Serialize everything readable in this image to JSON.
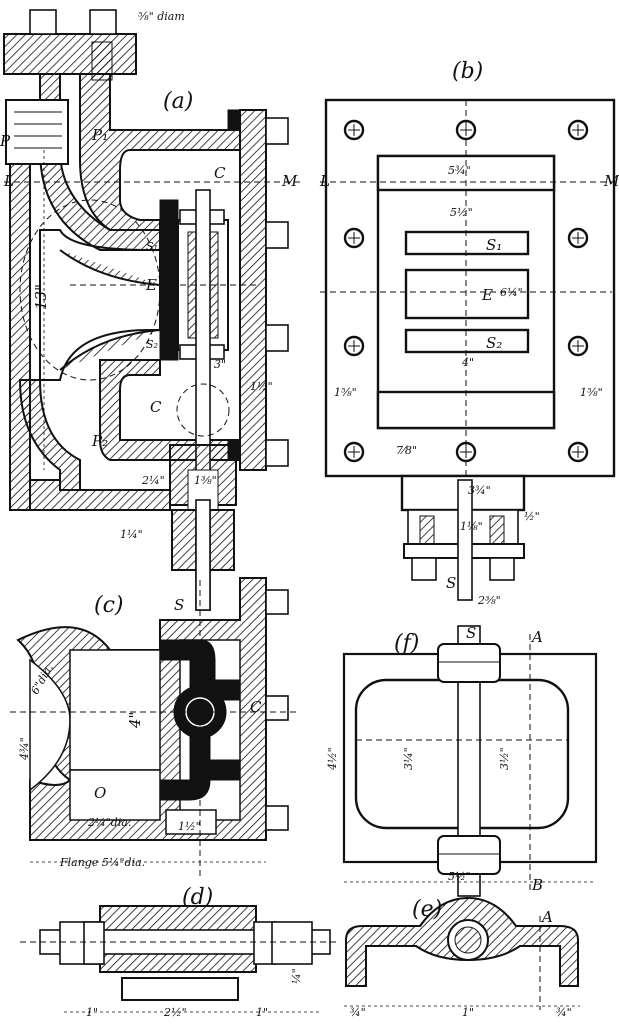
{
  "figures": {
    "a": "(a)",
    "b": "(b)",
    "c": "(c)",
    "d": "(d)",
    "e": "(e)",
    "f": "(f)"
  },
  "labels": {
    "P": "P",
    "P1": "P₁",
    "P2": "P₂",
    "C": "C",
    "E": "E",
    "S": "S",
    "S1": "S₁",
    "S2": "S₂",
    "L": "L",
    "M": "M",
    "O": "O",
    "A": "A",
    "B": "B"
  },
  "dimensions": {
    "a_diam": "⅝\" diam",
    "a_13": "13\"",
    "a_3": "3\"",
    "a_112": "1½\"",
    "a_138": "1⅜\"",
    "a_214": "2¼\"",
    "a_114": "1¼\"",
    "b_534": "5¾\"",
    "b_512": "5½\"",
    "b_614": "6¼\"",
    "b_4": "4\"",
    "b_158": "1⅝\"",
    "b_158r": "1⅝\"",
    "b_378": "7⁄8\"",
    "b_334": "3¾\"",
    "b_118": "1⅛\"",
    "b_12": "½\"",
    "b_238": "2⅜\"",
    "c_6dia": "6\"dia.",
    "c_4": "4\"",
    "c_434": "4¾\"",
    "c_214": "2¼\"dia.",
    "c_112": "1½\"",
    "c_flange": "Flange 5¼\"dia.",
    "f_412": "4½\"",
    "f_314": "3¼\"",
    "f_312": "3½\"",
    "f_512": "5½\"",
    "d_1a": "1\"",
    "d_212": "2½\"",
    "d_1b": "1\"",
    "d_14": "¼\"",
    "e_34a": "¾\"",
    "e_1": "1\"",
    "e_34b": "¾\""
  }
}
